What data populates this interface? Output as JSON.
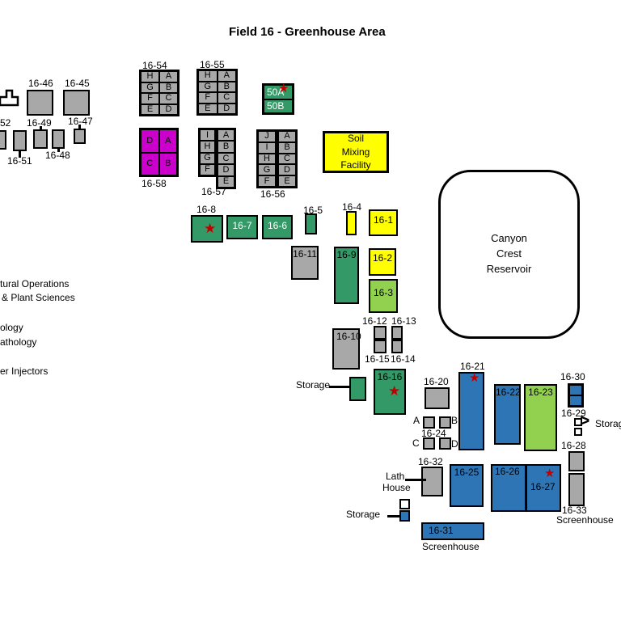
{
  "title": "Field 16 - Greenhouse Area",
  "colors": {
    "gray": "#A8A8A8",
    "green": "#339966",
    "light_green": "#92D050",
    "yellow": "#FFFF00",
    "blue": "#2E75B6",
    "magenta": "#CC00CC",
    "star_red": "#C00000"
  },
  "legend_fragments": {
    "line1": "tural Operations",
    "line2": "& Plant Sciences",
    "line3": "ology",
    "line4": "athology",
    "line5": "er Injectors"
  },
  "buildings": {
    "b16_46": "16-46",
    "b16_45": "16-45",
    "b52": "52",
    "b16_49": "16-49",
    "b16_47": "16-47",
    "b16_48": "16-48",
    "b16_51": "16-51",
    "b16_54": "16-54",
    "b16_55": "16-55",
    "b50A": "50A",
    "b50B": "50B",
    "b16_58": "16-58",
    "b16_57": "16-57",
    "b16_56": "16-56",
    "b16_8": "16-8",
    "b16_7": "16-7",
    "b16_6": "16-6",
    "b16_5": "16-5",
    "b16_4": "16-4",
    "b16_1": "16-1",
    "b16_11": "16-11",
    "b16_9": "16-9",
    "b16_2": "16-2",
    "b16_3": "16-3",
    "b16_10": "16-10",
    "b16_12": "16-12",
    "b16_13": "16-13",
    "b16_15": "16-15",
    "b16_14": "16-14",
    "b16_16": "16-16",
    "b16_20": "16-20",
    "b16_21": "16-21",
    "b16_22": "16-22",
    "b16_23": "16-23",
    "b16_30": "16-30",
    "b16_29": "16-29",
    "b16_28": "16-28",
    "b16_24": "16-24",
    "b16_32": "16-32",
    "b16_25": "16-25",
    "b16_26": "16-26",
    "b16_27": "16-27",
    "b16_33": "16-33",
    "b16_31": "16-31"
  },
  "grid_cells": {
    "g54": [
      "H",
      "A",
      "G",
      "B",
      "F",
      "C",
      "E",
      "D"
    ],
    "g55": [
      "H",
      "A",
      "G",
      "B",
      "F",
      "C",
      "E",
      "D"
    ],
    "g58": [
      "D",
      "A",
      "C",
      "B"
    ],
    "g57_left": [
      "I",
      "H",
      "G",
      "F"
    ],
    "g57_right": [
      "A",
      "B",
      "C",
      "D",
      "E"
    ],
    "g56_left": [
      "J",
      "I",
      "H",
      "G",
      "F"
    ],
    "g56_right": [
      "A",
      "B",
      "C",
      "D",
      "E"
    ]
  },
  "abcd": {
    "a": "A",
    "b": "B",
    "c": "C",
    "d": "D"
  },
  "soil_facility": {
    "line1": "Soil",
    "line2": "Mixing",
    "line3": "Facility"
  },
  "reservoir": {
    "line1": "Canyon",
    "line2": "Crest",
    "line3": "Reservoir"
  },
  "annotations": {
    "storage_mid": "Storage",
    "storage_right": "Storage",
    "storage_bottom": "Storage",
    "lath_line1": "Lath",
    "lath_line2": "House",
    "screenhouse_33": "Screenhouse",
    "screenhouse_31": "Screenhouse"
  }
}
